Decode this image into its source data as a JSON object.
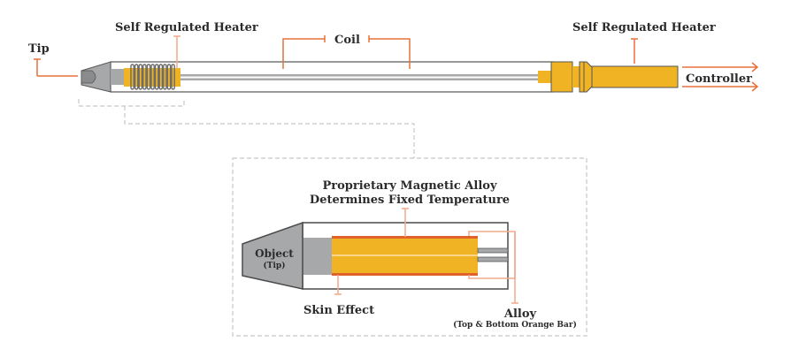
{
  "colors": {
    "accent_orange": "#e8703a",
    "leader_light": "#f0a98a",
    "heater_yellow": "#f0b323",
    "alloy_orange": "#e0612a",
    "steel_gray": "#a7a8aa",
    "outline": "#4a4a4a",
    "dashed": "#c8c8c8",
    "text": "#2b2b2b"
  },
  "labels": {
    "tip": "Tip",
    "heater_left": "Self Regulated Heater",
    "coil": "Coil",
    "heater_right": "Self Regulated Heater",
    "controller": "Controller"
  },
  "detail": {
    "alloy_title_line1": "Proprietary Magnetic Alloy",
    "alloy_title_line2": "Determines Fixed Temperature",
    "object": "Object",
    "object_sub": "(Tip)",
    "skin_effect": "Skin Effect",
    "alloy": "Alloy",
    "alloy_sub": "(Top & Bottom Orange Bar)"
  }
}
